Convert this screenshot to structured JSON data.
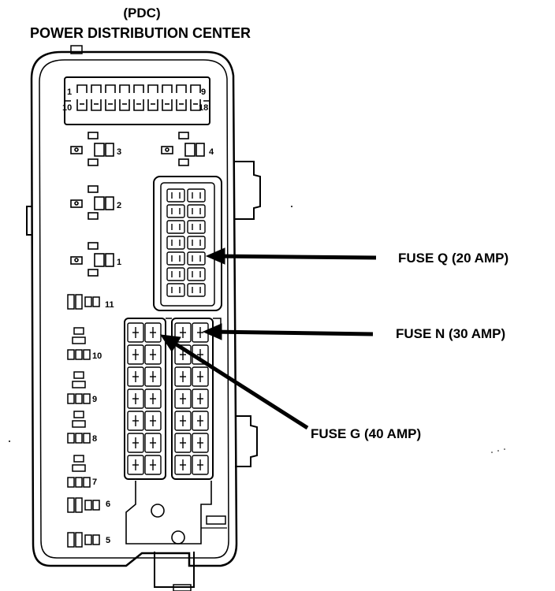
{
  "title": {
    "abbr": "(PDC)",
    "full": "POWER DISTRIBUTION CENTER"
  },
  "callouts": [
    {
      "id": "fuse-q",
      "text": "FUSE Q (20 AMP)"
    },
    {
      "id": "fuse-n",
      "text": "FUSE N (30 AMP)"
    },
    {
      "id": "fuse-g",
      "text": "FUSE G (40 AMP)"
    }
  ],
  "connector_pins": {
    "top_left": "1",
    "top_right": "9",
    "bottom_left": "10",
    "bottom_right": "18"
  },
  "relay_numbers": [
    "3",
    "4",
    "2",
    "1",
    "11",
    "10",
    "9",
    "8",
    "7",
    "6",
    "5"
  ],
  "colors": {
    "ink": "#000000",
    "paper": "#ffffff"
  }
}
